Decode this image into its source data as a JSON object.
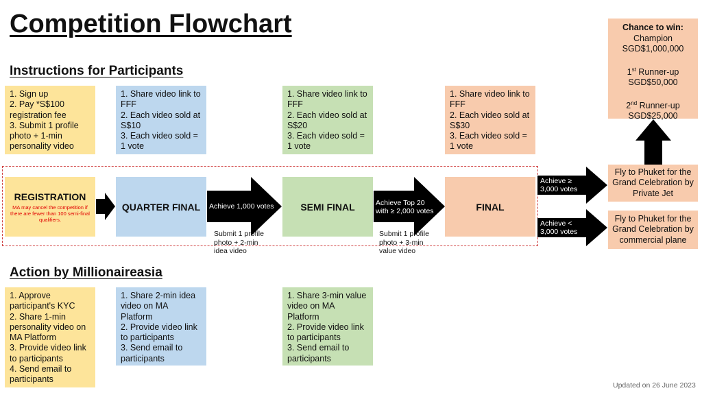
{
  "title": "Competition Flowchart",
  "sections": {
    "participants": "Instructions for Participants",
    "actions": "Action by Millionaireasia"
  },
  "participant_steps": {
    "registration": "1. Sign up\n2. Pay *S$100 registration fee\n3. Submit 1 profile photo + 1-min personality video",
    "quarter": "1. Share video link to FFF\n2. Each video sold at S$10\n3. Each video sold = 1 vote",
    "semi": "1. Share video link to FFF\n2. Each video sold at S$20\n3. Each video sold = 1 vote",
    "final": "1. Share video link to FFF\n2. Each video sold at S$30\n3. Each video sold = 1 vote"
  },
  "stages": {
    "registration": "REGISTRATION",
    "registration_note": "MA may cancel the competition if there are fewer than 100 semi-final qualifiers.",
    "quarter": "QUARTER FINAL",
    "semi": "SEMI FINAL",
    "final": "FINAL"
  },
  "arrows": {
    "to_semi": "Achieve 1,000 votes",
    "to_final": "Achieve Top 20 with ≥ 2,000 votes",
    "high": "Achieve ≥ 3,000 votes",
    "low": "Achieve < 3,000 votes"
  },
  "submit_notes": {
    "quarter": "Submit 1 profile photo + 2-min idea video",
    "semi": "Submit 1 profile photo + 3-min value video"
  },
  "destinations": {
    "jet": "Fly to Phuket for the Grand Celebration by Private Jet",
    "plane": "Fly to Phuket for the Grand Celebration by commercial plane"
  },
  "prizes": {
    "heading": "Chance to win:",
    "champion": "Champion",
    "champion_amount": "SGD$1,000,000",
    "first_num": "1",
    "first_sup": "st",
    "first_label": " Runner-up",
    "first_amount": "SGD$50,000",
    "second_num": "2",
    "second_sup": "nd",
    "second_label": " Runner-up",
    "second_amount": "SGD$25,000"
  },
  "ma_actions": {
    "registration": "1. Approve participant's KYC\n2. Share 1-min personality video on MA Platform\n3. Provide video link to participants\n4. Send email to participants",
    "quarter": "1. Share 2-min idea video on MA Platform\n2. Provide video link to participants\n3. Send email to participants",
    "semi": "1. Share 3-min value video on MA Platform\n2. Provide video link to participants\n3. Send email to participants"
  },
  "updated": "Updated on 26 June 2023",
  "colors": {
    "yellow": "#fde49a",
    "blue": "#bdd7ee",
    "green": "#c6e0b4",
    "orange": "#f8cbad",
    "arrow": "#000000",
    "note_red": "#e00000"
  }
}
